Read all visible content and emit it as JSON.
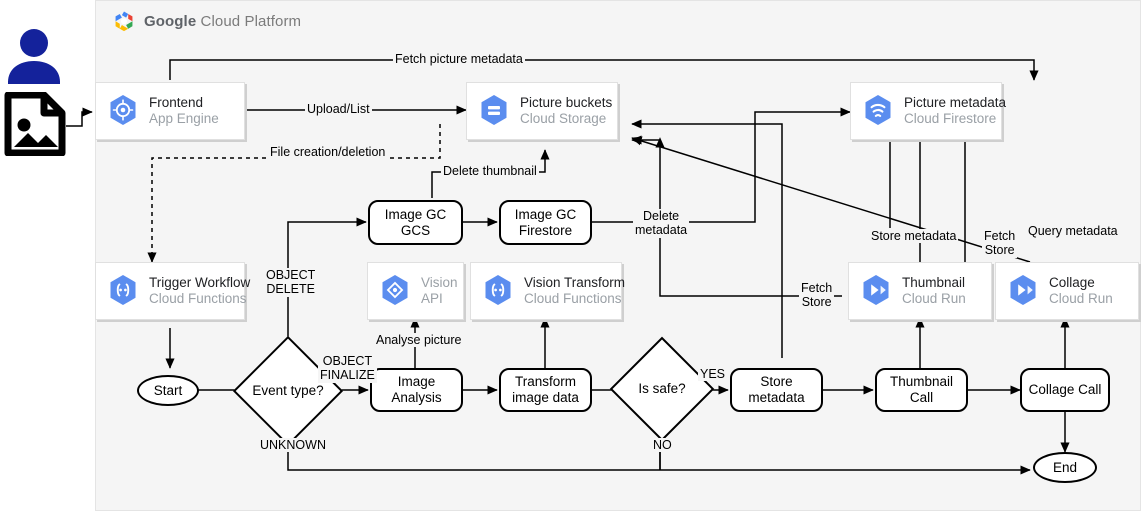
{
  "header": {
    "brand_bold": "Google",
    "brand_rest": " Cloud Platform",
    "logo_icon": "gcp-hexagon-logo"
  },
  "actors": {
    "user_icon": "user-person-icon",
    "picture_icon": "picture-file-icon"
  },
  "colors": {
    "gcp_blue": "#4285f4",
    "icon_blue": "#5b8def",
    "user_navy": "#14229b",
    "canvas": "#f5f5f5",
    "node_border": "#000000",
    "muted_text": "#9aa0a6"
  },
  "products": [
    {
      "id": "frontend",
      "title": "Frontend",
      "subtitle": "App Engine",
      "icon": "app-engine-icon",
      "muted": false,
      "stacked": false
    },
    {
      "id": "picture-buckets",
      "title": "Picture buckets",
      "subtitle": "Cloud Storage",
      "icon": "cloud-storage-icon",
      "muted": false,
      "stacked": true
    },
    {
      "id": "picture-metadata",
      "title": "Picture metadata",
      "subtitle": "Cloud Firestore",
      "icon": "cloud-firestore-icon",
      "muted": false,
      "stacked": false
    },
    {
      "id": "trigger-workflow",
      "title": "Trigger Workflow",
      "subtitle": "Cloud Functions",
      "icon": "cloud-functions-icon",
      "muted": false,
      "stacked": true
    },
    {
      "id": "vision-api",
      "title": "Vision",
      "subtitle": "API",
      "icon": "vision-api-icon",
      "muted": true,
      "stacked": false
    },
    {
      "id": "vision-transform",
      "title": "Vision Transform",
      "subtitle": "Cloud Functions",
      "icon": "cloud-functions-icon",
      "muted": false,
      "stacked": false
    },
    {
      "id": "thumbnail",
      "title": "Thumbnail",
      "subtitle": "Cloud Run",
      "icon": "cloud-run-icon",
      "muted": false,
      "stacked": false
    },
    {
      "id": "collage",
      "title": "Collage",
      "subtitle": "Cloud Run",
      "icon": "cloud-run-icon",
      "muted": false,
      "stacked": false
    }
  ],
  "processes": [
    {
      "id": "image-gc-gcs",
      "label": "Image GC\nGCS"
    },
    {
      "id": "image-gc-firestore",
      "label": "Image GC\nFirestore"
    },
    {
      "id": "image-analysis",
      "label": "Image Analysis"
    },
    {
      "id": "transform-image",
      "label": "Transform\nimage data"
    },
    {
      "id": "store-metadata",
      "label": "Store metadata"
    },
    {
      "id": "thumbnail-call",
      "label": "Thumbnail Call"
    },
    {
      "id": "collage-call",
      "label": "Collage Call"
    }
  ],
  "terminators": [
    {
      "id": "start",
      "label": "Start"
    },
    {
      "id": "end",
      "label": "End"
    }
  ],
  "decisions": [
    {
      "id": "event-type",
      "label": "Event\ntype?"
    },
    {
      "id": "is-safe",
      "label": "Is safe?"
    }
  ],
  "edge_labels": [
    {
      "id": "fetch-picture-metadata",
      "text": "Fetch picture metadata"
    },
    {
      "id": "upload-list",
      "text": "Upload/List"
    },
    {
      "id": "file-creation-deletion",
      "text": "File creation/deletion"
    },
    {
      "id": "delete-thumbnail",
      "text": "Delete thumbnail"
    },
    {
      "id": "delete-metadata",
      "text": "Delete\nmetadata"
    },
    {
      "id": "object-delete",
      "text": "OBJECT\nDELETE"
    },
    {
      "id": "object-finalize",
      "text": "OBJECT\nFINALIZE"
    },
    {
      "id": "unknown",
      "text": "UNKNOWN"
    },
    {
      "id": "analyse-picture",
      "text": "Analyse picture"
    },
    {
      "id": "yes",
      "text": "YES"
    },
    {
      "id": "no",
      "text": "NO"
    },
    {
      "id": "fetch-store-left",
      "text": "Fetch\nStore"
    },
    {
      "id": "store-metadata-edge",
      "text": "Store metadata"
    },
    {
      "id": "fetch-store-right",
      "text": "Fetch\nStore"
    },
    {
      "id": "query-metadata",
      "text": "Query metadata"
    }
  ]
}
